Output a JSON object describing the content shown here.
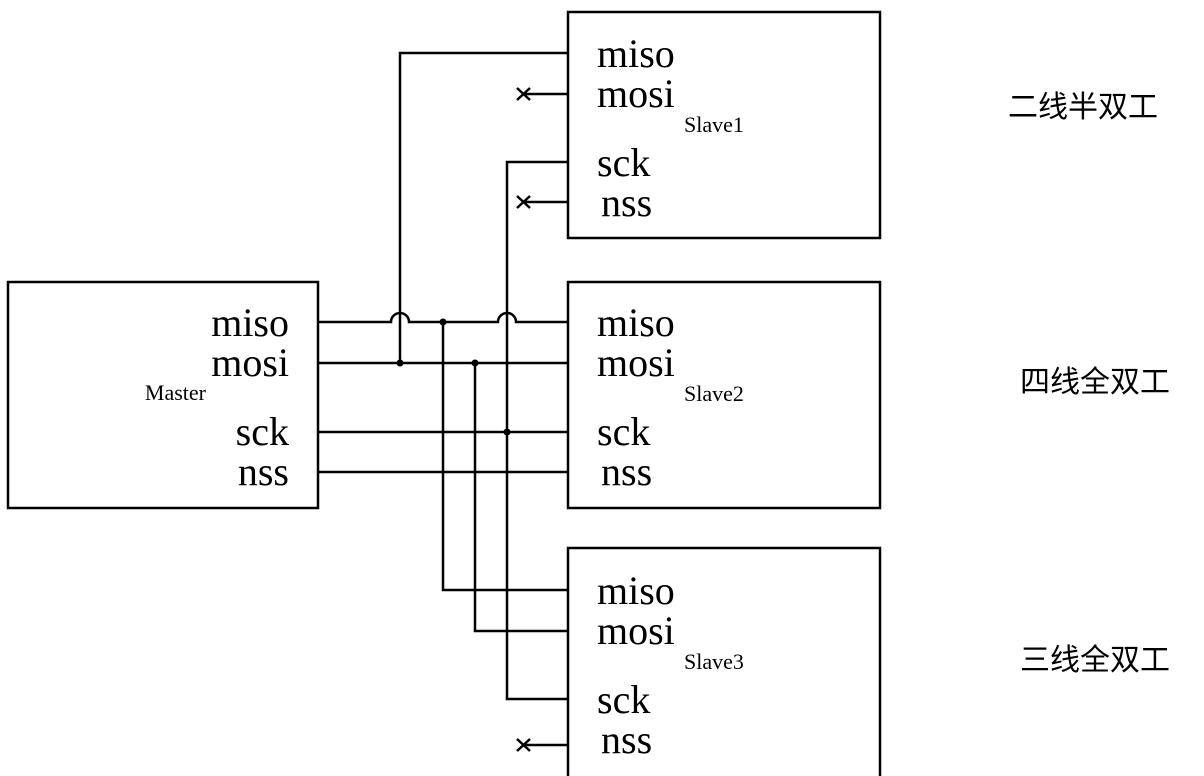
{
  "master": {
    "name": "Master",
    "pins": [
      "miso",
      "mosi",
      "sck",
      "nss"
    ]
  },
  "slaves": [
    {
      "name": "Slave1",
      "pins": [
        "miso",
        "mosi",
        "sck",
        "nss"
      ],
      "mode": "二线半双工"
    },
    {
      "name": "Slave2",
      "pins": [
        "miso",
        "mosi",
        "sck",
        "nss"
      ],
      "mode": "四线全双工"
    },
    {
      "name": "Slave3",
      "pins": [
        "miso",
        "mosi",
        "sck",
        "nss"
      ],
      "mode": "三线全双工"
    }
  ],
  "icons": {
    "unconnected_pin": "cross-mark-icon"
  }
}
